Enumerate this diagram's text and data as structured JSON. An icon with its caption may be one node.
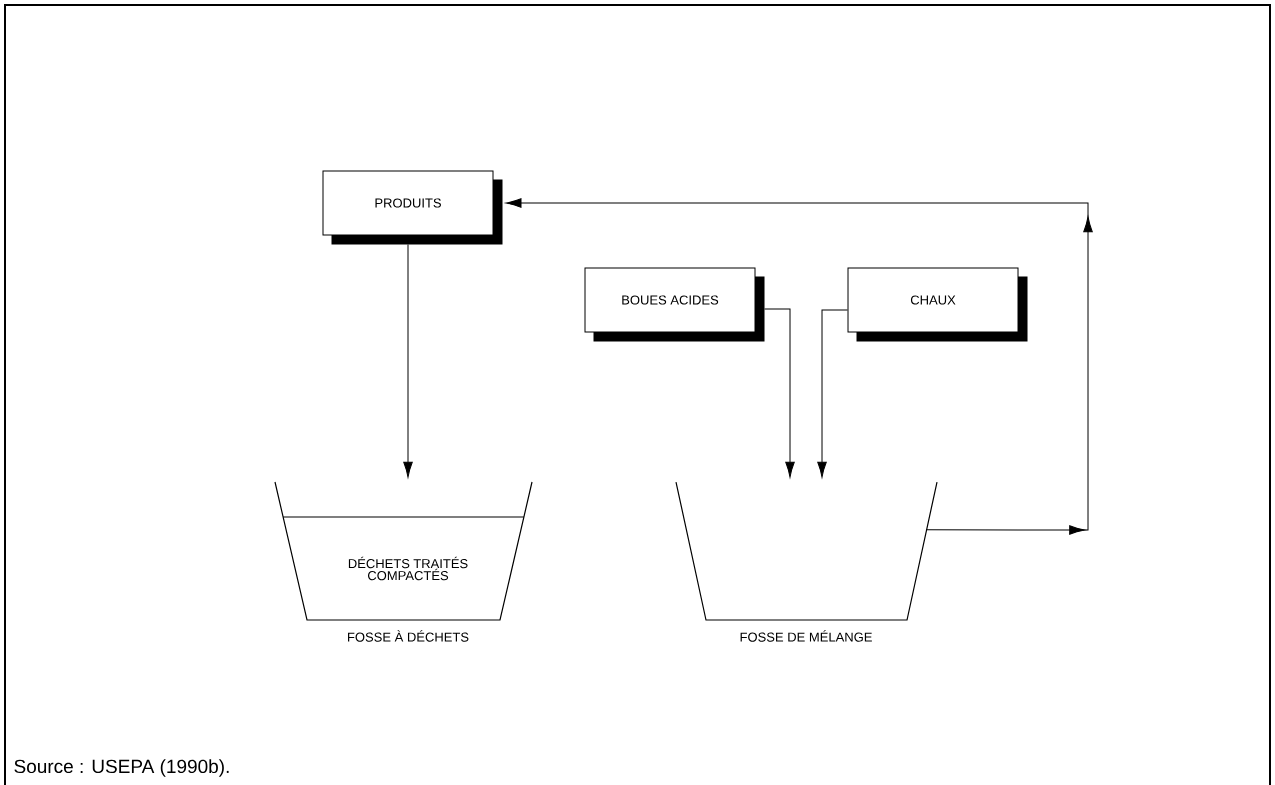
{
  "diagram": {
    "caption": "Source : USEPA (1990b).",
    "nodes": [
      {
        "text": [
          "PRODUITS"
        ]
      },
      {
        "text": [
          "BOUES ACIDES"
        ]
      },
      {
        "text": [
          "CHAUX"
        ]
      },
      {
        "text": [
          "DÉCHETS TRAITÉS COMPACTÉS"
        ],
        "beside": [
          "FOSSE À DÉCHETS"
        ]
      },
      {
        "text": [],
        "shape": "pit",
        "beside": [
          "FOSSE DE MÉLANGE"
        ]
      }
    ],
    "edges": [
      {
        "from": 0,
        "to": 3,
        "arrow": "to"
      },
      {
        "from": 1,
        "to": 4,
        "arrow": "to"
      },
      {
        "from": 2,
        "to": 4,
        "arrow": "to"
      },
      {
        "from": 4,
        "to": 0,
        "arrow": "to"
      }
    ]
  }
}
